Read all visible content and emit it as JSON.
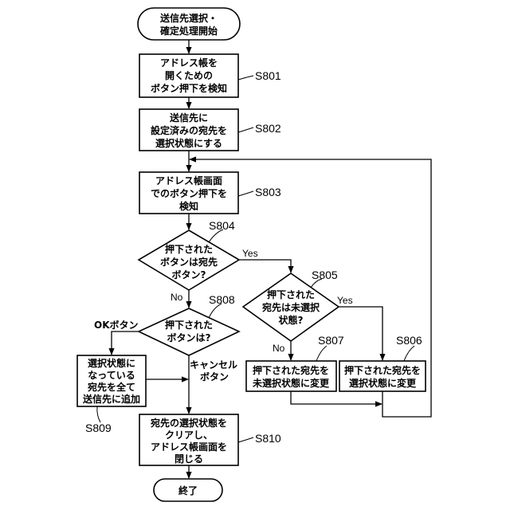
{
  "flowchart": {
    "start": {
      "lines": [
        "送信先選択・",
        "確定処理開始"
      ]
    },
    "end": {
      "lines": [
        "終了"
      ]
    },
    "steps": {
      "s801": {
        "label": "S801",
        "lines": [
          "アドレス帳を",
          "開くための",
          "ボタン押下を検知"
        ]
      },
      "s802": {
        "label": "S802",
        "lines": [
          "送信先に",
          "設定済みの宛先を",
          "選択状態にする"
        ]
      },
      "s803": {
        "label": "S803",
        "lines": [
          "アドレス帳画面",
          "でのボタン押下を",
          "検知"
        ]
      },
      "s804": {
        "label": "S804",
        "lines": [
          "押下された",
          "ボタンは宛先",
          "ボタン?"
        ]
      },
      "s805": {
        "label": "S805",
        "lines": [
          "押下された",
          "宛先は未選択",
          "状態?"
        ]
      },
      "s806": {
        "label": "S806",
        "lines": [
          "押下された宛先を",
          "選択状態に変更"
        ]
      },
      "s807": {
        "label": "S807",
        "lines": [
          "押下された宛先を",
          "未選択状態に変更"
        ]
      },
      "s808": {
        "label": "S808",
        "lines": [
          "押下された",
          "ボタンは?"
        ]
      },
      "s809": {
        "label": "S809",
        "lines": [
          "選択状態に",
          "なっている",
          "宛先を全て",
          "送信先に追加"
        ]
      },
      "s810": {
        "label": "S810",
        "lines": [
          "宛先の選択状態を",
          "クリアし、",
          "アドレス帳画面を",
          "閉じる"
        ]
      }
    },
    "branches": {
      "s804_yes": "Yes",
      "s804_no": "No",
      "s805_yes": "Yes",
      "s805_no": "No",
      "s808_ok": "OKボタン",
      "s808_cancel": [
        "キャンセル",
        "ボタン"
      ]
    }
  }
}
